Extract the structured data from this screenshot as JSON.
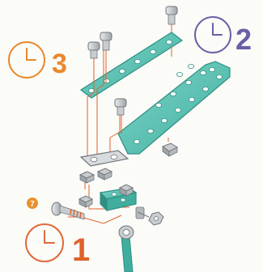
{
  "steps": [
    {
      "number": "1",
      "color": "#e0622b",
      "clock_color": "#e06a3a"
    },
    {
      "number": "2",
      "color": "#6b5fa6",
      "clock_color": "#6b5fa6"
    },
    {
      "number": "3",
      "color": "#e8892e",
      "clock_color": "#e8892e"
    }
  ],
  "callout": {
    "number": "7",
    "color": "#e8902e"
  },
  "colors": {
    "plate": "#5cc2b4",
    "plate_edge": "#2f8f82",
    "guide_line": "#e0622b",
    "bolt": "#bfc3c6",
    "bolt_edge": "#6f757a",
    "nut": "#c9cdd0"
  }
}
